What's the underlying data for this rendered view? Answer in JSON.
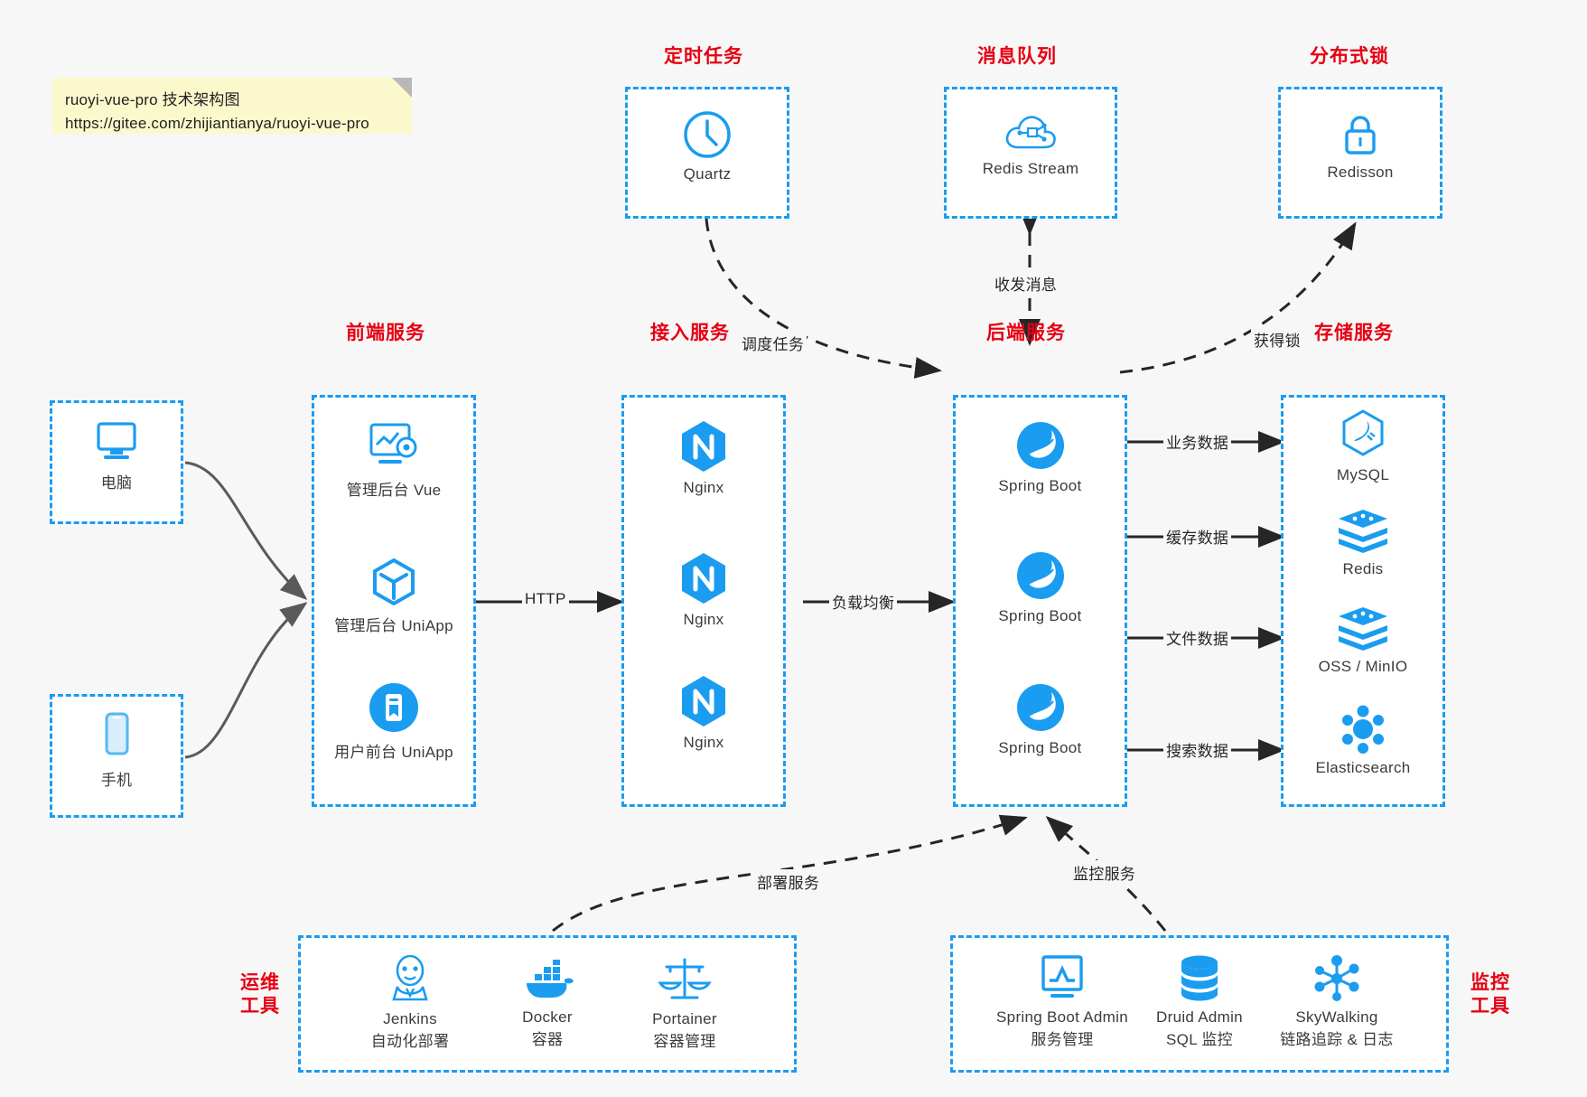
{
  "note": {
    "line1": "ruoyi-vue-pro 技术架构图",
    "line2": "https://gitee.com/zhijiantianya/ruoyi-vue-pro"
  },
  "groups": {
    "scheduled_task": "定时任务",
    "message_queue": "消息队列",
    "distributed_lock": "分布式锁",
    "frontend_service": "前端服务",
    "gateway_service": "接入服务",
    "backend_service": "后端服务",
    "storage_service": "存储服务",
    "devops_tools_l1": "运维",
    "devops_tools_l2": "工具",
    "monitor_tools_l1": "监控",
    "monitor_tools_l2": "工具"
  },
  "nodes": {
    "quartz": "Quartz",
    "redis_stream": "Redis Stream",
    "redisson": "Redisson",
    "computer": "电脑",
    "phone": "手机",
    "admin_vue": "管理后台 Vue",
    "admin_uniapp": "管理后台 UniApp",
    "user_uniapp": "用户前台 UniApp",
    "nginx1": "Nginx",
    "nginx2": "Nginx",
    "nginx3": "Nginx",
    "springboot1": "Spring Boot",
    "springboot2": "Spring Boot",
    "springboot3": "Spring Boot",
    "mysql": "MySQL",
    "redis": "Redis",
    "oss": "OSS / MinIO",
    "elasticsearch": "Elasticsearch",
    "jenkins": "Jenkins",
    "jenkins_sub": "自动化部署",
    "docker": "Docker",
    "docker_sub": "容器",
    "portainer": "Portainer",
    "portainer_sub": "容器管理",
    "sba": "Spring Boot Admin",
    "sba_sub": "服务管理",
    "druid": "Druid Admin",
    "druid_sub": "SQL 监控",
    "skywalking": "SkyWalking",
    "skywalking_sub": "链路追踪 & 日志"
  },
  "edges": {
    "schedule_task": "调度任务",
    "send_receive_message": "收发消息",
    "acquire_lock": "获得锁",
    "http": "HTTP",
    "load_balance": "负载均衡",
    "business_data": "业务数据",
    "cache_data": "缓存数据",
    "file_data": "文件数据",
    "search_data": "搜索数据",
    "deploy_service": "部署服务",
    "monitor_service": "监控服务"
  },
  "colors": {
    "accent_blue": "#1a9cf0",
    "title_red": "#e60012",
    "note_yellow": "#fbf8cc",
    "background": "#f7f7f7",
    "arrow_dark": "#262626"
  }
}
